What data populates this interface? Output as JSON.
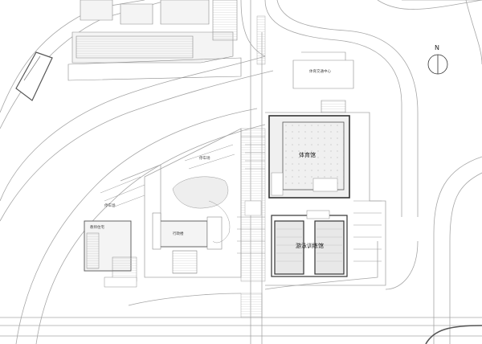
{
  "colors": {
    "line": "#9a9a9a",
    "dark": "#333333",
    "block_fill": "#f2f2f2",
    "hall_fill": "#e6e6e6",
    "hatch": "#bdbdbd"
  },
  "labels": {
    "gymnasium": "体育馆",
    "swimming_hall": "游泳训练馆",
    "admin_building": "行政楼",
    "teaching_building": "教师住宅",
    "parking_left": "停车场",
    "parking_center": "停车场",
    "traffic_center": "体育交通中心",
    "north": "N"
  },
  "icons": {
    "north_arrow": "north-arrow-icon"
  }
}
